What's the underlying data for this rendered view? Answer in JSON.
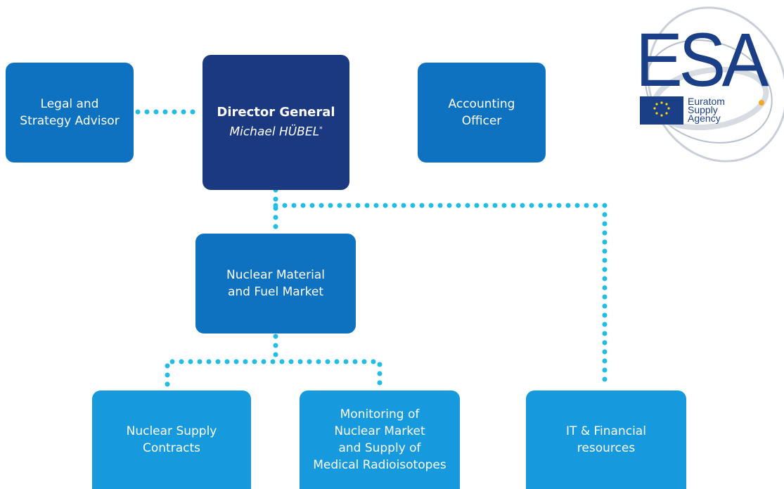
{
  "legal_advisor": {
    "line1": "Legal and",
    "line2": "Strategy Advisor"
  },
  "director_general": {
    "title": "Director General",
    "name": "Michael HÜBEL",
    "mark": "*"
  },
  "accounting_officer": {
    "line1": "Accounting",
    "line2": "Officer"
  },
  "nuclear_material": {
    "line1": "Nuclear Material",
    "line2": "and Fuel Market"
  },
  "nuclear_supply": {
    "line1": "Nuclear Supply",
    "line2": "Contracts"
  },
  "monitoring": {
    "line1": "Monitoring of",
    "line2": "Nuclear Market",
    "line3": "and Supply of",
    "line4": "Medical Radioisotopes"
  },
  "it_financial": {
    "line1": "IT & Financial",
    "line2": "resources"
  },
  "logo": {
    "acronym": "ESA",
    "line1": "Euratom",
    "line2": "Supply",
    "line3": "Agency"
  },
  "colors": {
    "dark_box": "#1b3981",
    "mid_box": "#0f72c0",
    "light_box": "#1799dd",
    "connector": "#21bde3"
  }
}
